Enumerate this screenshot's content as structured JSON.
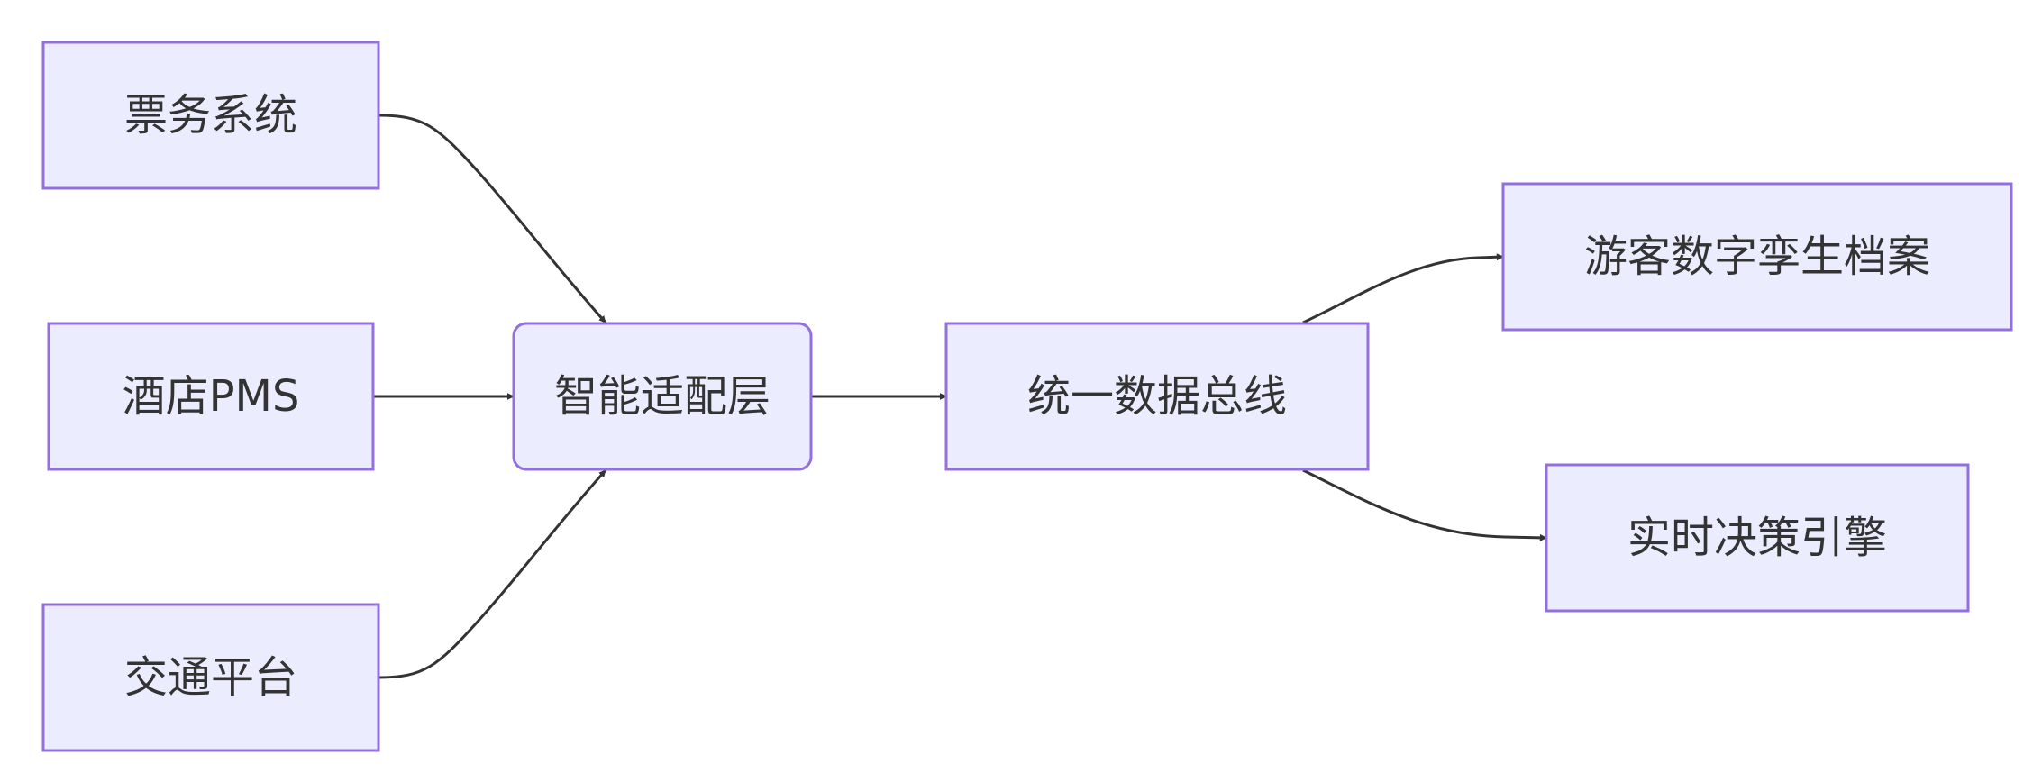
{
  "colors": {
    "node_fill": "#ECECFF",
    "node_stroke": "#9370DB",
    "edge": "#333333",
    "text": "#333333",
    "background": "#FFFFFF"
  },
  "nodes": {
    "ticketing": {
      "label": "票务系统"
    },
    "hotel": {
      "label": "酒店PMS"
    },
    "transport": {
      "label": "交通平台"
    },
    "adapter": {
      "label": "智能适配层"
    },
    "bus": {
      "label": "统一数据总线"
    },
    "twin": {
      "label": "游客数字孪生档案"
    },
    "engine": {
      "label": "实时决策引擎"
    }
  },
  "edges": [
    {
      "from": "ticketing",
      "to": "adapter"
    },
    {
      "from": "hotel",
      "to": "adapter"
    },
    {
      "from": "transport",
      "to": "adapter"
    },
    {
      "from": "adapter",
      "to": "bus"
    },
    {
      "from": "bus",
      "to": "twin"
    },
    {
      "from": "bus",
      "to": "engine"
    }
  ]
}
